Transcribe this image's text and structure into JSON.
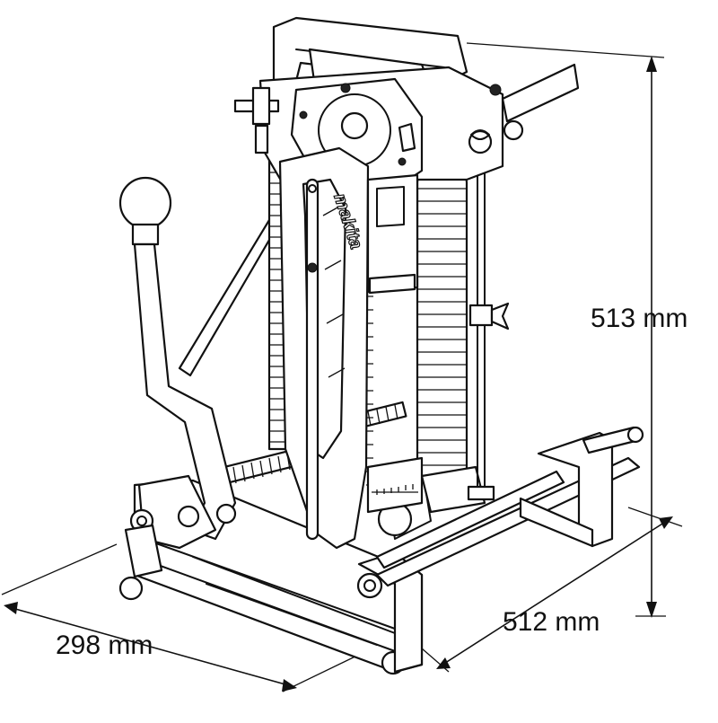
{
  "dimensions": {
    "height": "513 mm",
    "depth": "512 mm",
    "width": "298 mm"
  },
  "brand_mark": "makita"
}
